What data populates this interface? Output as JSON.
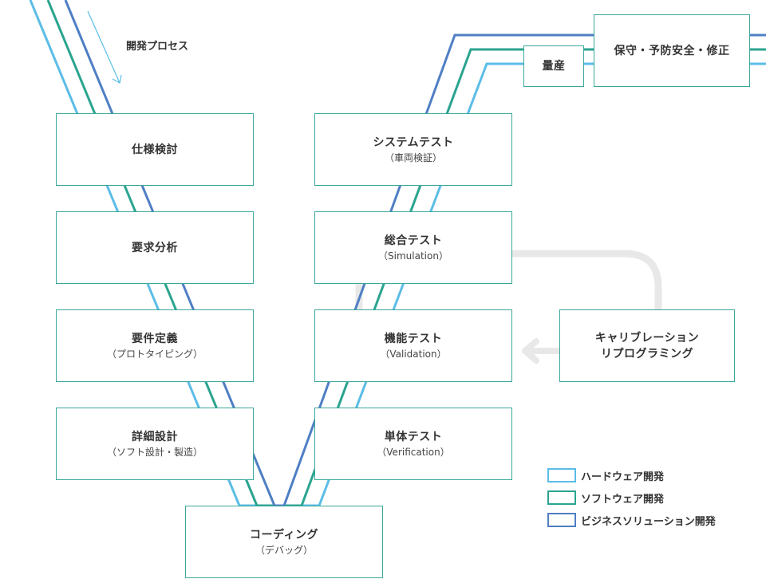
{
  "colors": {
    "hardware": "#5bbde6",
    "software": "#2aa48f",
    "business": "#4f7fc4",
    "box_border": "#3aa89b",
    "loop": "#e8e8e8"
  },
  "flow_label": "開発プロセス",
  "boxes": {
    "spec": {
      "title": "仕様検討",
      "sub": ""
    },
    "requirements_analysis": {
      "title": "要求分析",
      "sub": ""
    },
    "requirements_definition": {
      "title": "要件定義",
      "sub": "（プロトタイピング）"
    },
    "detailed_design": {
      "title": "詳細設計",
      "sub": "（ソフト設計・製造）"
    },
    "coding": {
      "title": "コーディング",
      "sub": "（デバッグ）"
    },
    "unit_test": {
      "title": "単体テスト",
      "sub": "（Verification）"
    },
    "function_test": {
      "title": "機能テスト",
      "sub": "（Validation）"
    },
    "integration_test": {
      "title": "総合テスト",
      "sub": "（Simulation）"
    },
    "system_test": {
      "title": "システムテスト",
      "sub": "（車両検証）"
    },
    "mass_production": {
      "title": "量産",
      "sub": ""
    },
    "maintenance": {
      "title": "保守・予防安全・修正",
      "sub": ""
    },
    "calibration": {
      "title": "キャリブレーション",
      "sub": "リプログラミング"
    }
  },
  "legend": [
    {
      "label": "ハードウェア開発",
      "color": "#5bbde6"
    },
    {
      "label": "ソフトウェア開発",
      "color": "#2aa48f"
    },
    {
      "label": "ビジネスソリューション開発",
      "color": "#4f7fc4"
    }
  ]
}
